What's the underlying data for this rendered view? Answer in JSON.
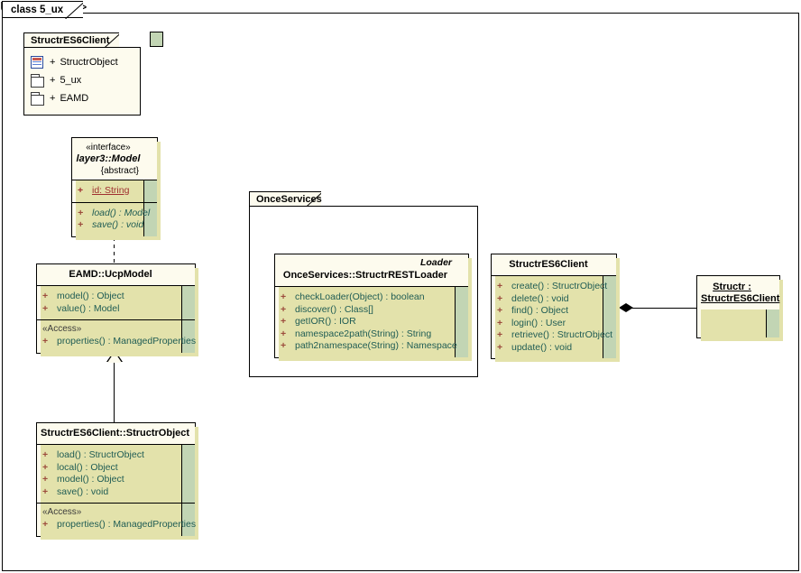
{
  "diagram": {
    "tab_label": "class 5_ux",
    "colors": {
      "box_fill": "#fdfbee",
      "green_stripe": "#c2d5b4",
      "shadow": "#e3e2ab",
      "feature_text": "#1f5c54",
      "visibility_marker": "#9c4b3c",
      "static_attribute": "#a03030",
      "border": "#000000"
    }
  },
  "package_structres6client": {
    "name": "StructrES6Client",
    "items": [
      {
        "icon": "class-icon",
        "visibility": "+",
        "label": "StructrObject"
      },
      {
        "icon": "package-icon",
        "visibility": "+",
        "label": "5_ux"
      },
      {
        "icon": "package-icon",
        "visibility": "+",
        "label": "EAMD"
      }
    ]
  },
  "interface_model": {
    "stereotype": "«interface»",
    "name": "layer3::Model",
    "modifier": "{abstract}",
    "attributes": [
      {
        "visibility": "+",
        "label": "id:  String",
        "static": true
      }
    ],
    "operations": [
      {
        "visibility": "+",
        "label": "load() : Model"
      },
      {
        "visibility": "+",
        "label": "save() : void"
      }
    ]
  },
  "class_ucpmodel": {
    "name": "EAMD::UcpModel",
    "operations": [
      {
        "visibility": "+",
        "label": "model() : Object"
      },
      {
        "visibility": "+",
        "label": "value() : Model"
      }
    ],
    "access_stereotype": "«Access»",
    "access_operations": [
      {
        "visibility": "+",
        "label": "properties() : ManagedProperties"
      }
    ]
  },
  "class_structrobject": {
    "name": "StructrES6Client::StructrObject",
    "operations": [
      {
        "visibility": "+",
        "label": "load() : StructrObject"
      },
      {
        "visibility": "+",
        "label": "local() : Object"
      },
      {
        "visibility": "+",
        "label": "model() : Object"
      },
      {
        "visibility": "+",
        "label": "save() : void"
      }
    ],
    "access_stereotype": "«Access»",
    "access_operations": [
      {
        "visibility": "+",
        "label": "properties() : ManagedProperties"
      }
    ]
  },
  "package_onceservices": {
    "name": "OnceServices"
  },
  "class_structrrestloader": {
    "stereotype": "Loader",
    "name": "OnceServices::StructrRESTLoader",
    "operations": [
      {
        "visibility": "+",
        "label": "checkLoader(Object) : boolean"
      },
      {
        "visibility": "+",
        "label": "discover() : Class[]"
      },
      {
        "visibility": "+",
        "label": "getIOR() : IOR"
      },
      {
        "visibility": "+",
        "label": "namespace2path(String) : String"
      },
      {
        "visibility": "+",
        "label": "path2namespace(String) : Namespace"
      }
    ]
  },
  "class_structres6client": {
    "name": "StructrES6Client",
    "operations": [
      {
        "visibility": "+",
        "label": "create() : StructrObject"
      },
      {
        "visibility": "+",
        "label": "delete() : void"
      },
      {
        "visibility": "+",
        "label": "find() : Object"
      },
      {
        "visibility": "+",
        "label": "login() : User"
      },
      {
        "visibility": "+",
        "label": "retrieve() : StructrObject"
      },
      {
        "visibility": "+",
        "label": "update() : void"
      }
    ]
  },
  "object_structr": {
    "name_line1": "Structr :",
    "name_line2": "StructrES6Client"
  },
  "connectors": [
    {
      "type": "realization",
      "from": "EAMD::UcpModel",
      "to": "layer3::Model"
    },
    {
      "type": "generalization",
      "from": "StructrES6Client::StructrObject",
      "to": "EAMD::UcpModel"
    },
    {
      "type": "composition",
      "from": "Structr : StructrES6Client",
      "to": "StructrES6Client"
    }
  ]
}
